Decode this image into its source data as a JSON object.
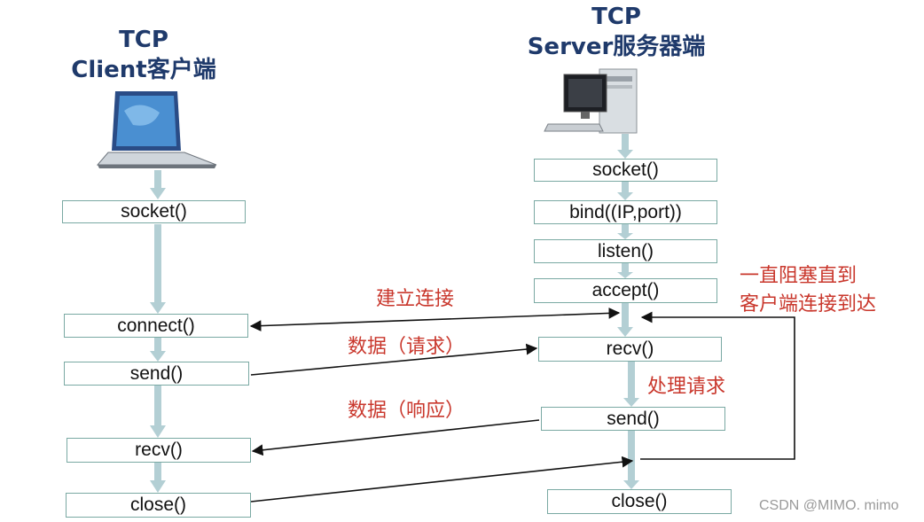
{
  "client": {
    "title_line1": "TCP",
    "title_line2": "Client客户端",
    "calls": {
      "socket": "socket()",
      "connect": "connect()",
      "send": "send()",
      "recv": "recv()",
      "close": "close()"
    }
  },
  "server": {
    "title_line1": "TCP",
    "title_line2": "Server服务器端",
    "calls": {
      "socket": "socket()",
      "bind": "bind((IP,port))",
      "listen": "listen()",
      "accept": "accept()",
      "recv": "recv()",
      "send": "send()",
      "close": "close()"
    }
  },
  "annotations": {
    "establish": "建立连接",
    "data_request": "数据（请求）",
    "data_response": "数据（响应）",
    "process": "处理请求",
    "block_line1": "一直阻塞直到",
    "block_line2": "客户端连接到达"
  },
  "watermark": "CSDN @MIMO. mimo",
  "colors": {
    "title": "#1f3a6b",
    "annotation": "#c9372c",
    "box_border": "#7aa9a3",
    "flow_arrow": "#b3cfd4",
    "message_arrow": "#111111"
  },
  "icons": {
    "client": "laptop-icon",
    "server": "desktop-computer-icon"
  }
}
